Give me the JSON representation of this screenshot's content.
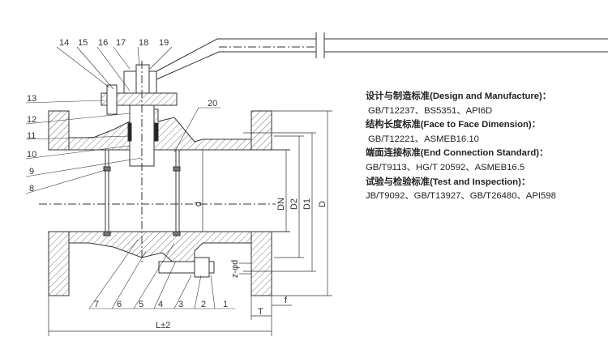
{
  "part_numbers": {
    "top": [
      "14",
      "15",
      "16",
      "17",
      "18",
      "19"
    ],
    "left": [
      "13",
      "12",
      "11",
      "10",
      "9",
      "8"
    ],
    "bottom": [
      "7",
      "6",
      "5",
      "4",
      "3",
      "2",
      "1"
    ],
    "right": "20"
  },
  "dimensions": {
    "d": "d",
    "DN": "DN",
    "D2": "D2",
    "D1": "D1",
    "D": "D",
    "L": "L±2",
    "T": "T",
    "f": "f",
    "bolt_holes": "z-φd"
  },
  "standards": [
    {
      "heading": "设计与制造标准(Design and Manufacture)：",
      "value": "GB/T12237、BS5351、API6D"
    },
    {
      "heading": "结构长度标准(Face to Face Dimension)：",
      "value": "GB/T12221、ASMEB16.10"
    },
    {
      "heading": "端面连接标准(End Connection Standard)：",
      "value": "GB/T9113、HG/T 20592、ASMEB16.5"
    },
    {
      "heading": "试验与检验标准(Test and Inspection)：",
      "value": "JB/T9092、GB/T13927、GB/T26480、API598"
    }
  ],
  "colors": {
    "line": "#333333",
    "hatch": "#555555"
  }
}
